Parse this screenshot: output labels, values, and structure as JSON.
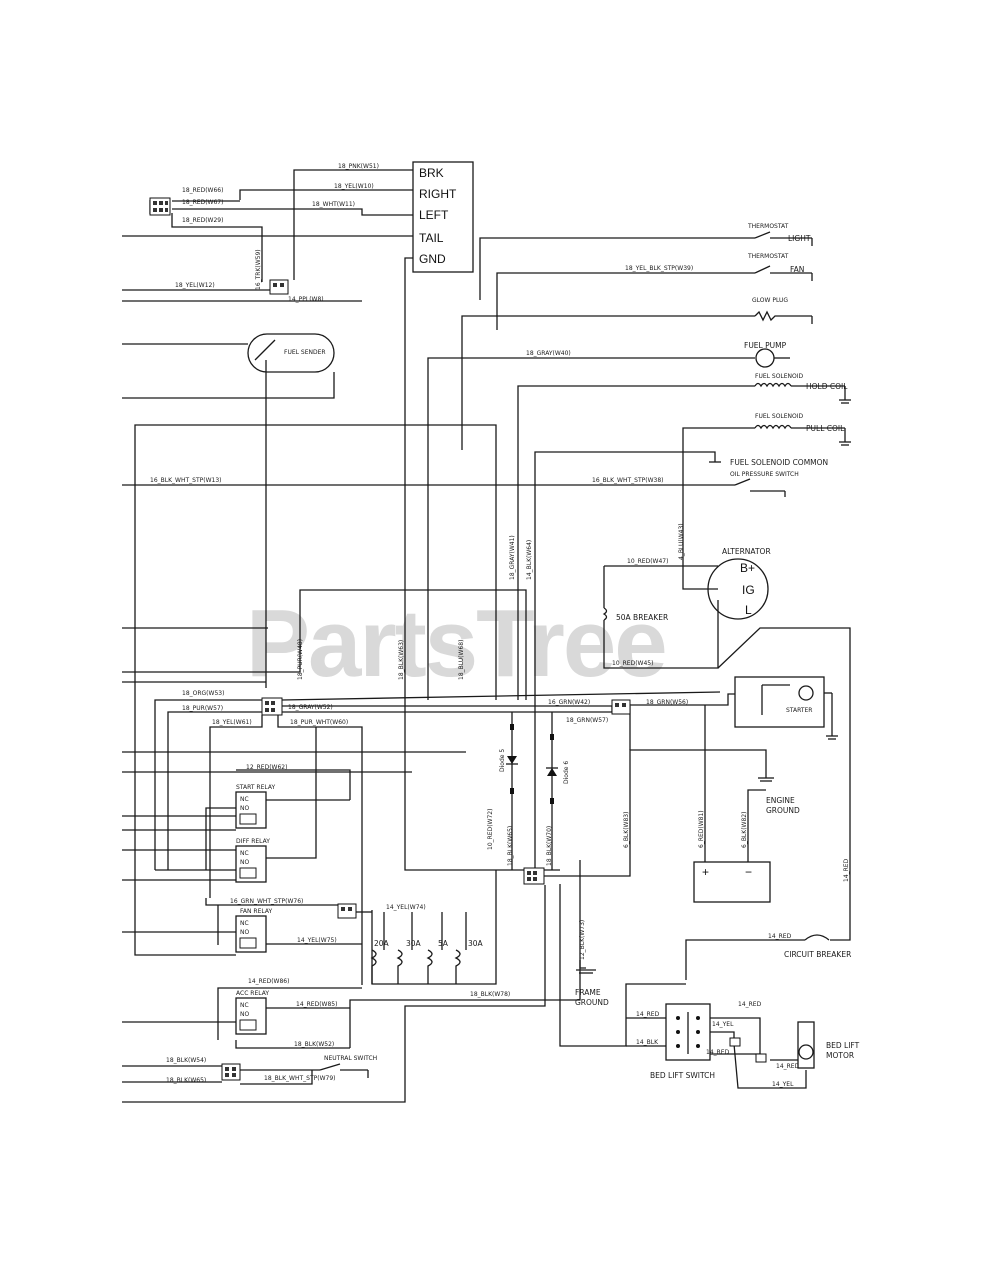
{
  "watermark": {
    "text": "PartsTree",
    "tm": "TM"
  },
  "terminal_block": {
    "labels": [
      "BRK",
      "RIGHT",
      "LEFT",
      "TAIL",
      "GND"
    ]
  },
  "components": {
    "light": "LIGHT",
    "fan": "FAN",
    "glow_plug": "GLOW PLUG",
    "fuel_pump": "FUEL PUMP",
    "fuel_solenoid": "FUEL SOLENOID",
    "hold_coil": "HOLD COIL",
    "pull_coil": "PULL COIL",
    "fuel_solenoid_common": "FUEL SOLENOID COMMON",
    "oil_pressure_switch": "OIL PRESSURE SWITCH",
    "alternator": "ALTERNATOR",
    "alt_b": "B+",
    "alt_ig": "IG",
    "alt_l": "L",
    "breaker_50a": "50A BREAKER",
    "starter": "STARTER",
    "engine_ground": [
      "ENGINE",
      "GROUND"
    ],
    "circuit_breaker": "CIRCUIT BREAKER",
    "frame_ground": [
      "FRAME",
      "GROUND"
    ],
    "bed_lift_switch": "BED LIFT SWITCH",
    "bed_lift_motor": [
      "BED LIFT",
      "MOTOR"
    ],
    "fuel_sender": "FUEL SENDER",
    "start_relay": "START RELAY",
    "diff_relay": "DIFF RELAY",
    "fan_relay": "FAN RELAY",
    "acc_relay": "ACC RELAY",
    "neutral_switch": "NEUTRAL SWITCH",
    "relay_nc": "NC",
    "relay_no": "NO",
    "diode5": "Diode 5",
    "diode6": "Diode 6",
    "thermostat": "THERMOSTAT",
    "fuses": [
      "20A",
      "30A",
      "5A",
      "30A"
    ],
    "battery_pos": "+",
    "battery_neg": "−"
  },
  "wires": {
    "w51": "18_PNK(W51)",
    "w10": "18_YEL(W10)",
    "w66": "18_RED(W66)",
    "w67": "18_RED(W67)",
    "w11": "18_WHT(W11)",
    "w29": "18_RED(W29)",
    "w12": "18_YEL(W12)",
    "w59": "16_TRK(W59)",
    "w_ppl": "14_PPL(W8)",
    "w39": "18_YEL_BLK_STP(W39)",
    "w40": "18_GRAY(W40)",
    "w13": "16_BLK_WHT_STP(W13)",
    "w38": "16_BLK_WHT_STP(W38)",
    "w41": "18_GRAY(W41)",
    "w64": "14_BLK(W64)",
    "w43": "4_BLU(W43)",
    "w47": "10_RED(W47)",
    "w48": "18_PUR(W48)",
    "w63": "18_BLK(W63)",
    "w68": "18_BLU(W68)",
    "w45": "10_RED(W45)",
    "w53": "18_ORG(W53)",
    "w42": "16_GRN(W42)",
    "w56": "18_GRN(W56)",
    "w57": "18_PUR(W57)",
    "w52": "18_GRAY(W52)",
    "w61": "18_YEL(W61)",
    "w60": "18_PUR_WHT(W60)",
    "w57b": "18_GRN(W57)",
    "w62": "12_RED(W62)",
    "w72": "10_RED(W72)",
    "w81": "6_RED(W81)",
    "w82": "6_BLK(W82)",
    "w83": "6_BLK(W83)",
    "w76": "16_GRN_WHT_STP(W76)",
    "w74": "14_YEL(W74)",
    "w75": "14_YEL(W75)",
    "w73": "12_BLK(W73)",
    "w65b": "18_BLK(W65)",
    "w70": "18_BLK(W70)",
    "w86": "14_RED(W86)",
    "w85": "14_RED(W85)",
    "w78": "18_BLK(W78)",
    "w52b": "18_BLK(W52)",
    "w54": "18_BLK(W54)",
    "w65": "18_BLK(W65)",
    "w79": "18_BLK_WHT_STP(W79)",
    "r14_red": "14_RED",
    "r14_yel": "14_YEL",
    "r14_blk": "14_BLK"
  }
}
